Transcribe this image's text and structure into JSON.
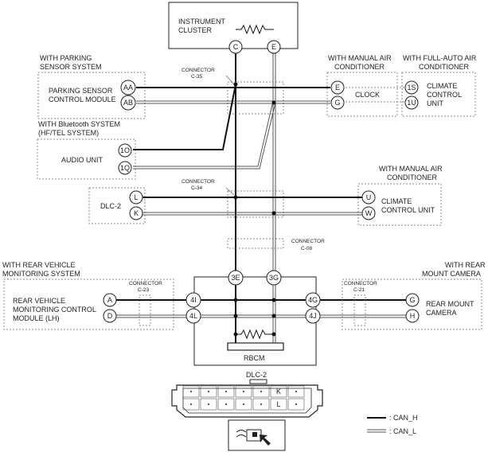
{
  "instrument_cluster": {
    "line1": "INSTRUMENT",
    "line2": "CLUSTER",
    "pin_h": "C",
    "pin_l": "E"
  },
  "parking": {
    "title1": "WITH PARKING",
    "title2": "SENSOR SYSTEM",
    "line1": "PARKING SENSOR",
    "line2": "CONTROL MODULE",
    "pin_h": "AA",
    "pin_l": "AB"
  },
  "connector_c35": {
    "line1": "CONNECTOR",
    "line2": "C-35"
  },
  "manual_air_top": {
    "title1": "WITH MANUAL AIR",
    "title2": "CONDITIONER",
    "label": "CLOCK",
    "pin_h": "E",
    "pin_l": "G"
  },
  "full_auto": {
    "title1": "WITH FULL-AUTO AIR",
    "title2": "CONDITIONER",
    "line1": "CLIMATE",
    "line2": "CONTROL",
    "line3": "UNIT",
    "pin_h": "1S",
    "pin_l": "1U"
  },
  "audio": {
    "title1": "WITH Bluetooth SYSTEM",
    "title2": "(HF/TEL SYSTEM)",
    "label": "AUDIO UNIT",
    "pin_h": "1O",
    "pin_l": "1Q"
  },
  "connector_c34": {
    "line1": "CONNECTOR",
    "line2": "C-34"
  },
  "dlc_side": {
    "label": "DLC-2",
    "pin_h": "L",
    "pin_l": "K"
  },
  "manual_air_mid": {
    "title1": "WITH MANUAL AIR",
    "title2": "CONDITIONER",
    "line1": "CLIMATE",
    "line2": "CONTROL UNIT",
    "pin_h": "U",
    "pin_l": "W"
  },
  "connector_c08": {
    "line1": "CONNECTOR",
    "line2": "C-08"
  },
  "rear_vehicle": {
    "title1": "WITH REAR VEHICLE",
    "title2": "MONITORING SYSTEM",
    "line1": "REAR VEHICLE",
    "line2": "MONITORING CONTROL",
    "line3": "MODULE (LH)",
    "pin_h": "A",
    "pin_l": "D"
  },
  "connector_c23": {
    "line1": "CONNECTOR",
    "line2": "C-23"
  },
  "rbcm": {
    "label": "RBCM",
    "pin_top_h": "3E",
    "pin_top_l": "3G",
    "pin_left_h": "4I",
    "pin_left_l": "4L",
    "pin_right_h": "4G",
    "pin_right_l": "4J"
  },
  "rear_camera": {
    "title1": "WITH REAR",
    "title2": "MOUNT CAMERA",
    "line1": "REAR MOUNT",
    "line2": "CAMERA",
    "pin_h": "G",
    "pin_l": "H"
  },
  "connector_c21": {
    "line1": "CONNECTOR",
    "line2": "C-21"
  },
  "dlc_bottom": {
    "label": "DLC-2",
    "pin_k": "K",
    "pin_l": "L"
  },
  "legend": {
    "can_h": ": CAN_H",
    "can_l": ": CAN_L"
  }
}
